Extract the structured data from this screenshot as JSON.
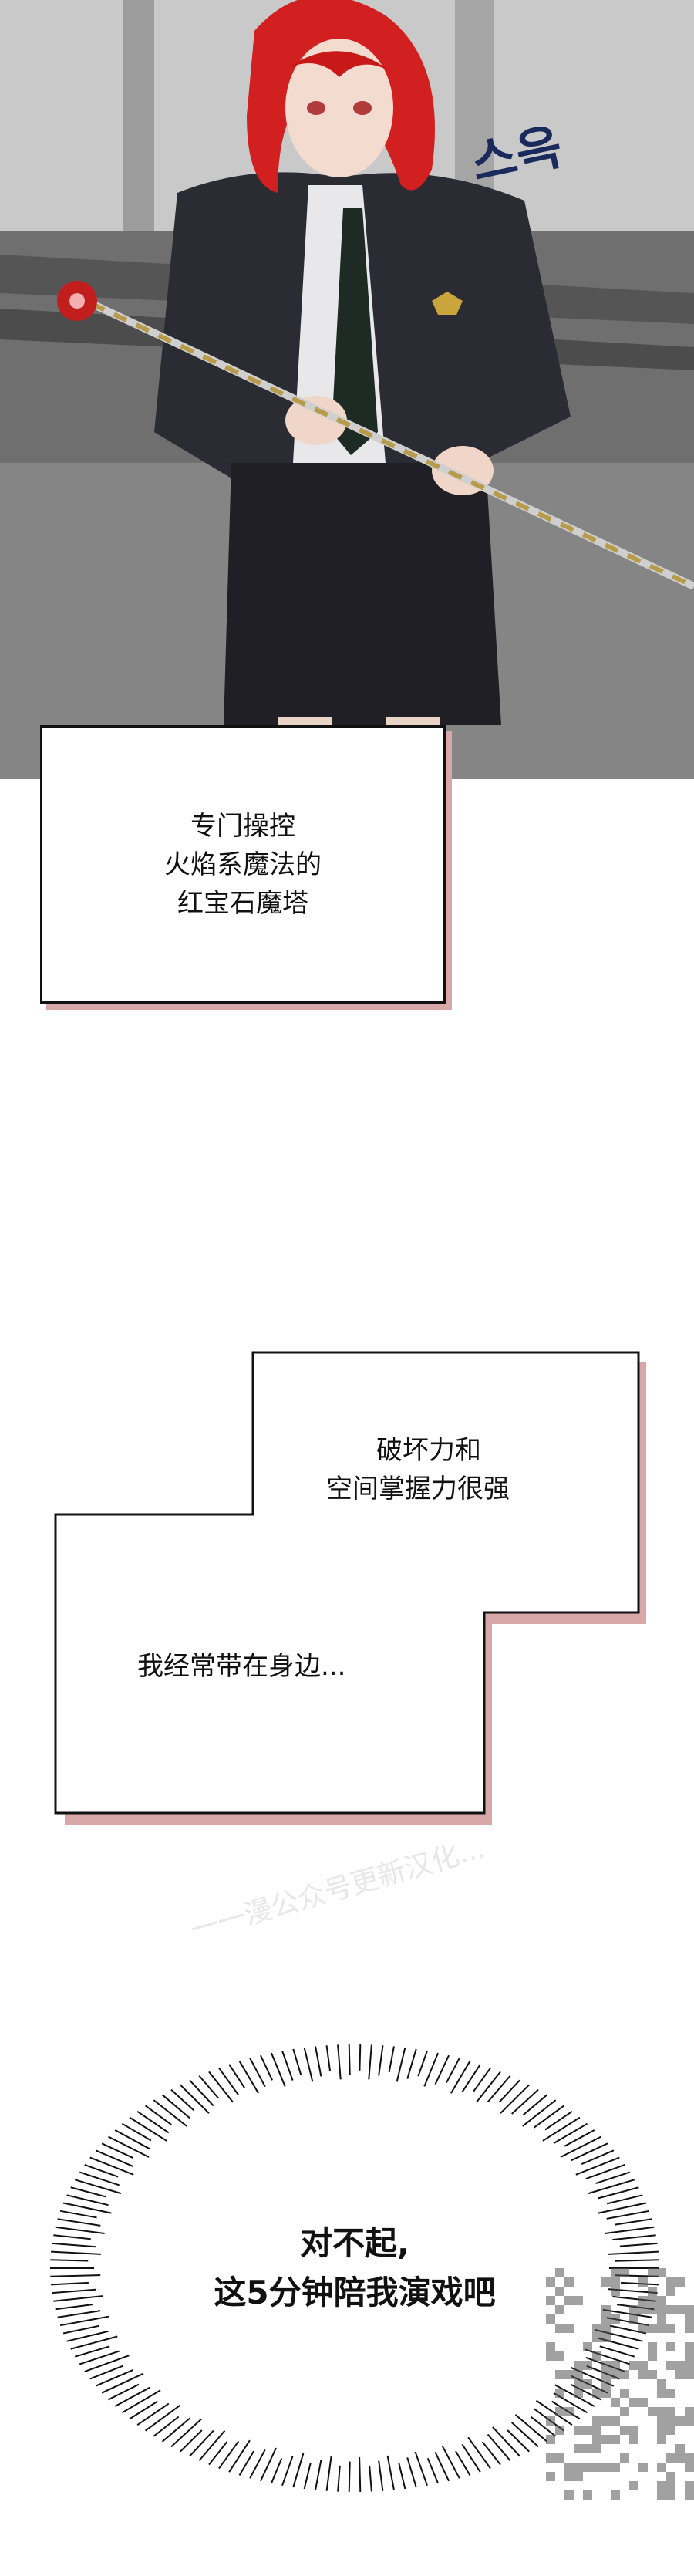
{
  "panel_top": {
    "sfx": "스윽"
  },
  "caption": {
    "lines": [
      "专门操控",
      "火焰系魔法的",
      "红宝石魔塔"
    ]
  },
  "bubble": {
    "line1": "破坏力和",
    "line2": "空间掌握力很强",
    "line3": "我经常带在身边..."
  },
  "watermark": {
    "text": "一一漫公众号更新汉化..."
  },
  "shout": {
    "line1": "对不起,",
    "line2": "这5分钟陪我演戏吧"
  }
}
